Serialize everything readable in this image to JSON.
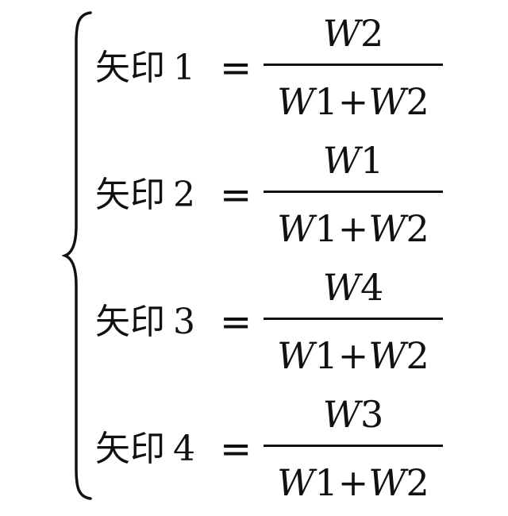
{
  "equations": [
    {
      "label": "矢印",
      "index": "1",
      "equals": "=",
      "numerator": {
        "var": "W",
        "sub": "2"
      },
      "denominator": {
        "var1": "W",
        "sub1": "1",
        "op": "+",
        "var2": "W",
        "sub2": "2"
      }
    },
    {
      "label": "矢印",
      "index": "2",
      "equals": "=",
      "numerator": {
        "var": "W",
        "sub": "1"
      },
      "denominator": {
        "var1": "W",
        "sub1": "1",
        "op": "+",
        "var2": "W",
        "sub2": "2"
      }
    },
    {
      "label": "矢印",
      "index": "3",
      "equals": "=",
      "numerator": {
        "var": "W",
        "sub": "4"
      },
      "denominator": {
        "var1": "W",
        "sub1": "1",
        "op": "+",
        "var2": "W",
        "sub2": "2"
      }
    },
    {
      "label": "矢印",
      "index": "4",
      "equals": "=",
      "numerator": {
        "var": "W",
        "sub": "3"
      },
      "denominator": {
        "var1": "W",
        "sub1": "1",
        "op": "+",
        "var2": "W",
        "sub2": "2"
      }
    }
  ]
}
